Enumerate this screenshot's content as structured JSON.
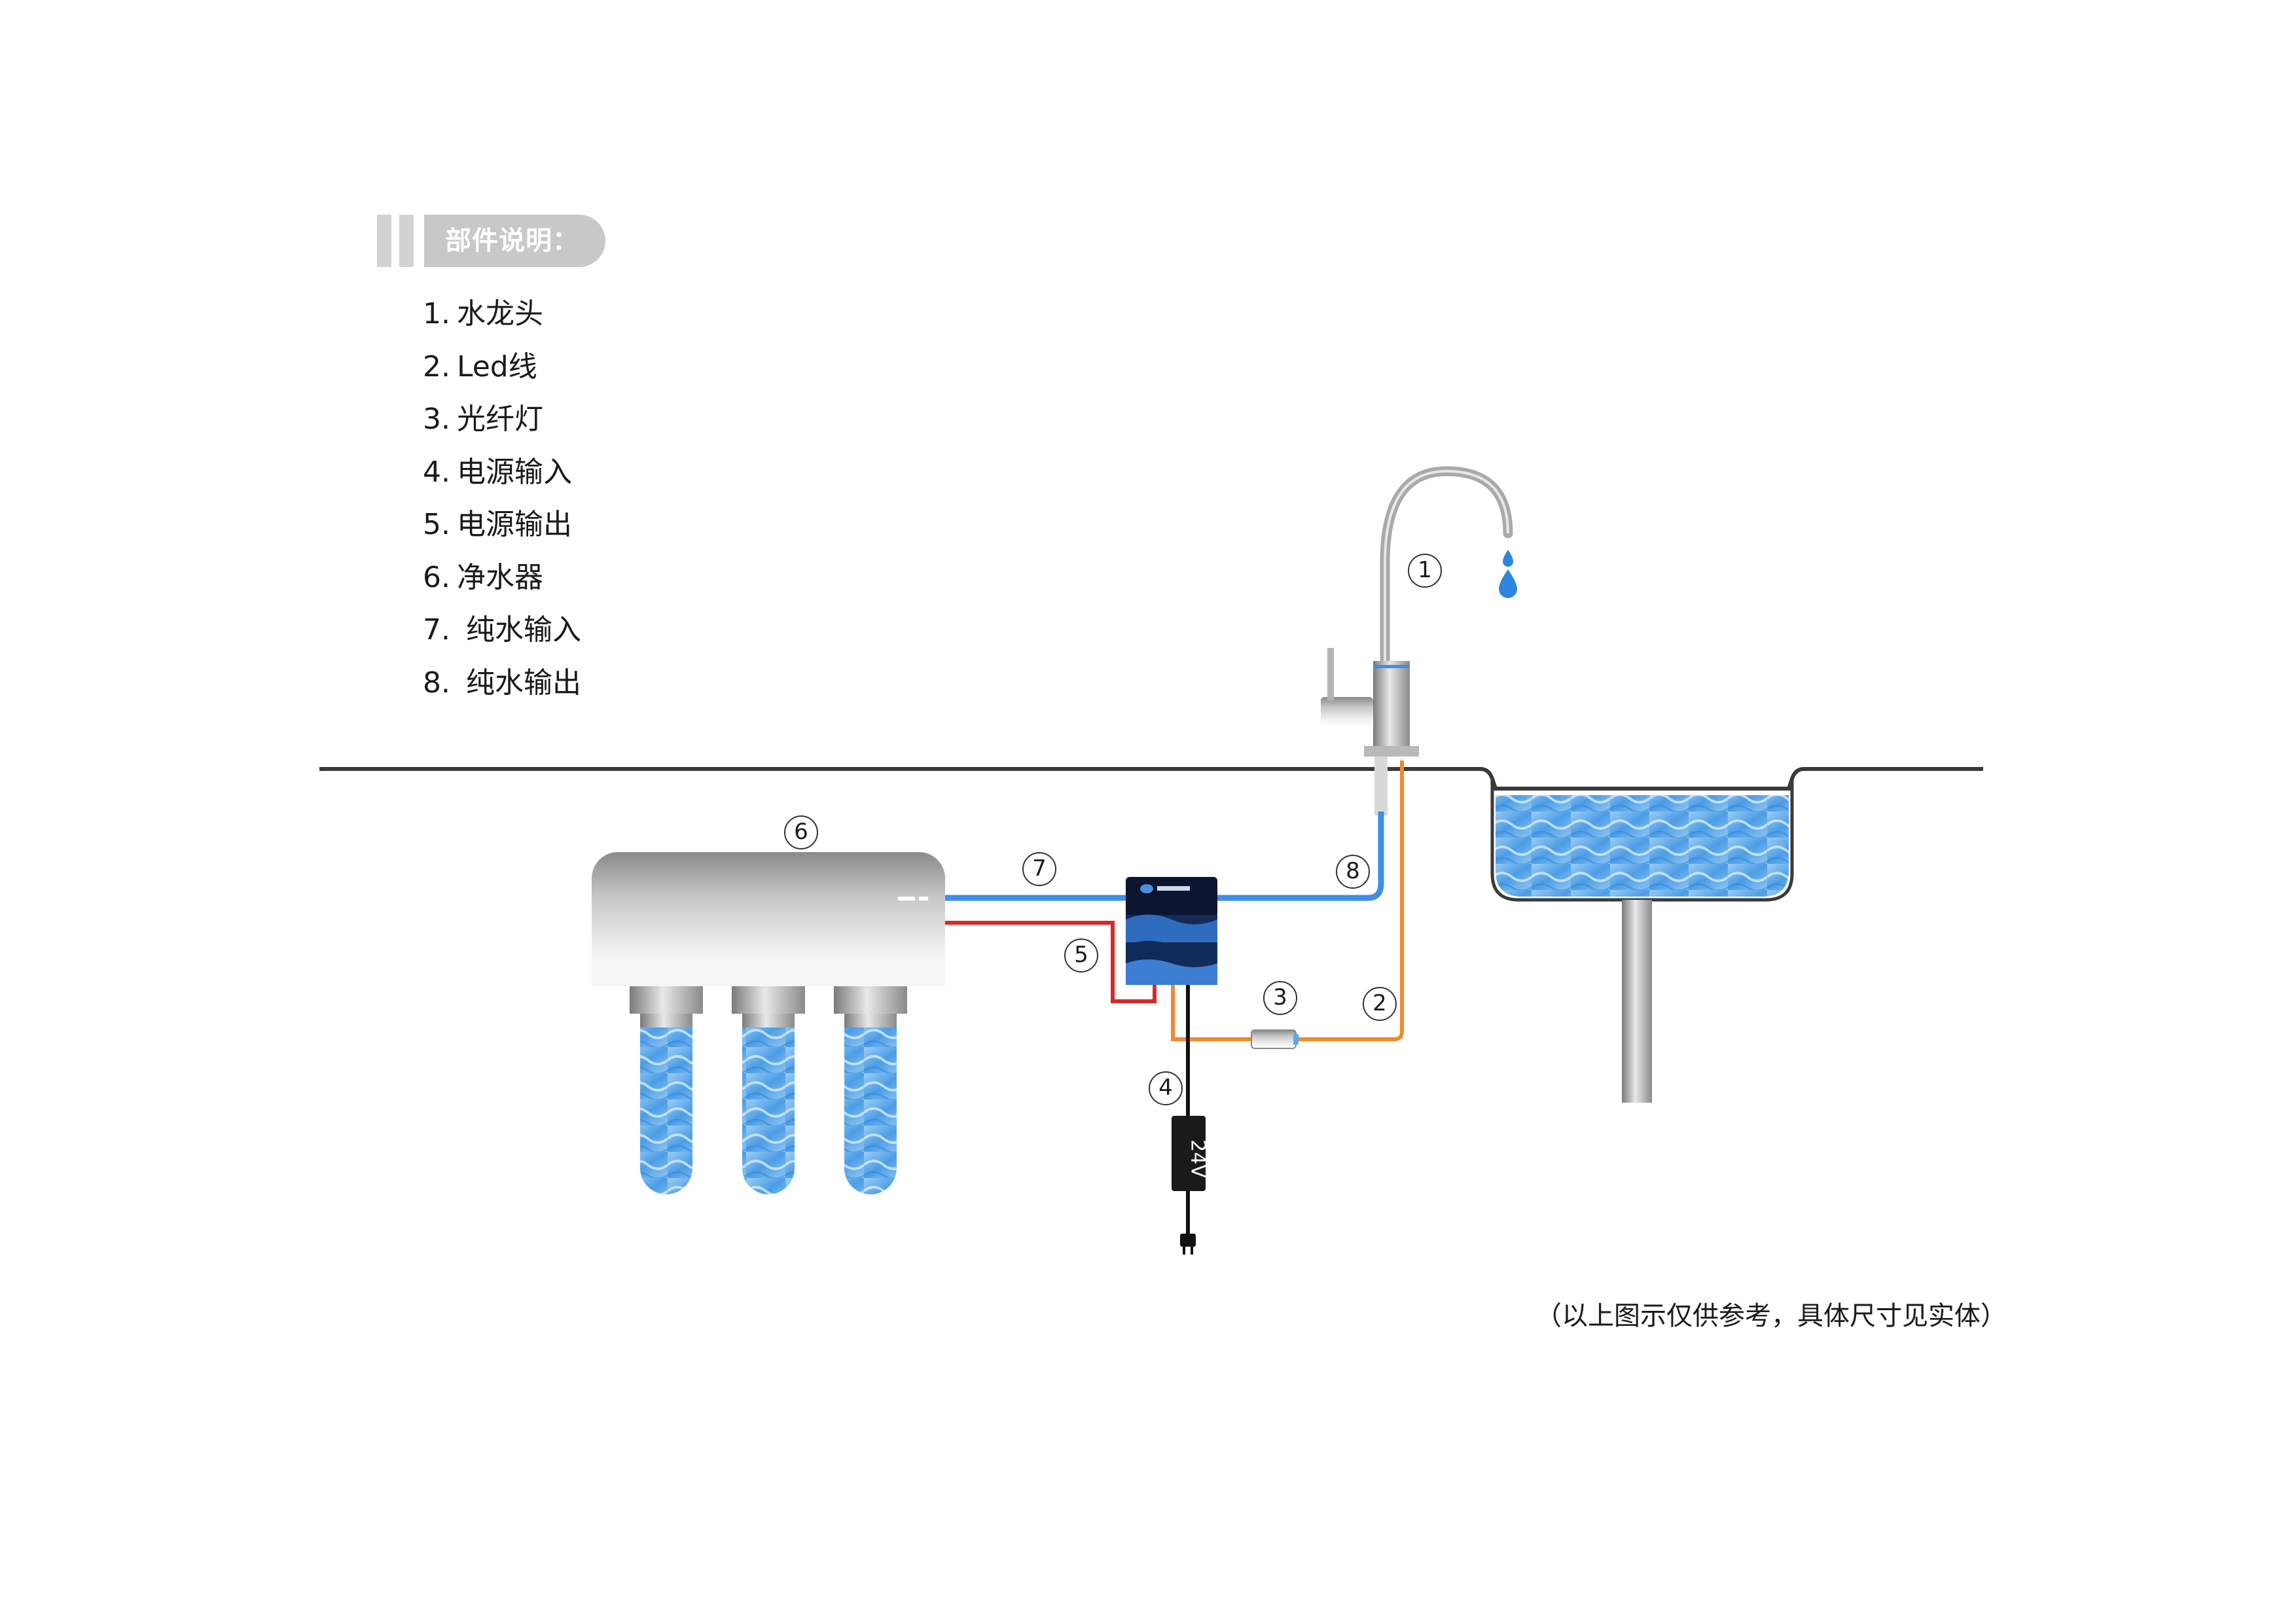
{
  "legend": {
    "header": "部件说明：",
    "items": [
      {
        "num": "1.",
        "label": "水龙头"
      },
      {
        "num": "2.",
        "label": "Led线"
      },
      {
        "num": "3.",
        "label": "光纤灯"
      },
      {
        "num": "4.",
        "label": "电源输入"
      },
      {
        "num": "5.",
        "label": "电源输出"
      },
      {
        "num": "6.",
        "label": "净水器"
      },
      {
        "num": "7.",
        "label": " 纯水输入"
      },
      {
        "num": "8.",
        "label": " 纯水输出"
      }
    ]
  },
  "callouts": [
    "1",
    "2",
    "3",
    "4",
    "5",
    "6",
    "7",
    "8"
  ],
  "adapter_voltage": "24V",
  "footnote": "（以上图示仅供参考，具体尺寸见实体）",
  "colors": {
    "pure_water_pipe": "#3d8ee8",
    "power_out_wire": "#d62a2a",
    "led_wire": "#f08a2a",
    "power_cable": "#111111",
    "counter_line": "#3a3a3a",
    "water": "#5aa9ee",
    "controller": "#1a3c7a",
    "steel": "#a9a9a9"
  }
}
